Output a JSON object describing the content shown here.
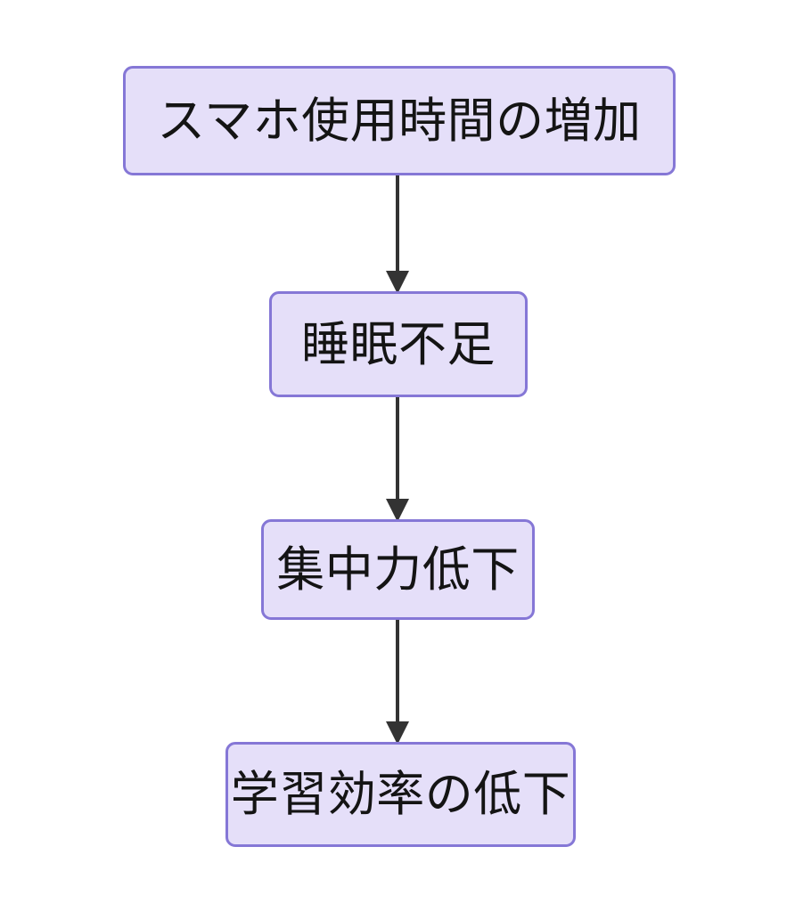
{
  "diagram": {
    "type": "flowchart",
    "direction": "top-to-bottom",
    "background_color": "#ffffff",
    "node_fill_color": "#e5dff9",
    "node_border_color": "#8577d6",
    "node_text_color": "#141414",
    "edge_color": "#333333",
    "nodes": [
      {
        "id": "n1",
        "label": "スマホ使用時間の増加"
      },
      {
        "id": "n2",
        "label": "睡眠不足"
      },
      {
        "id": "n3",
        "label": "集中力低下"
      },
      {
        "id": "n4",
        "label": "学習効率の低下"
      }
    ],
    "edges": [
      {
        "id": "e1",
        "from": "n1",
        "to": "n2",
        "label": "",
        "marker": "arrow-down-icon"
      },
      {
        "id": "e2",
        "from": "n2",
        "to": "n3",
        "label": "",
        "marker": "arrow-down-icon"
      },
      {
        "id": "e3",
        "from": "n3",
        "to": "n4",
        "label": "",
        "marker": "arrow-down-icon"
      }
    ]
  }
}
